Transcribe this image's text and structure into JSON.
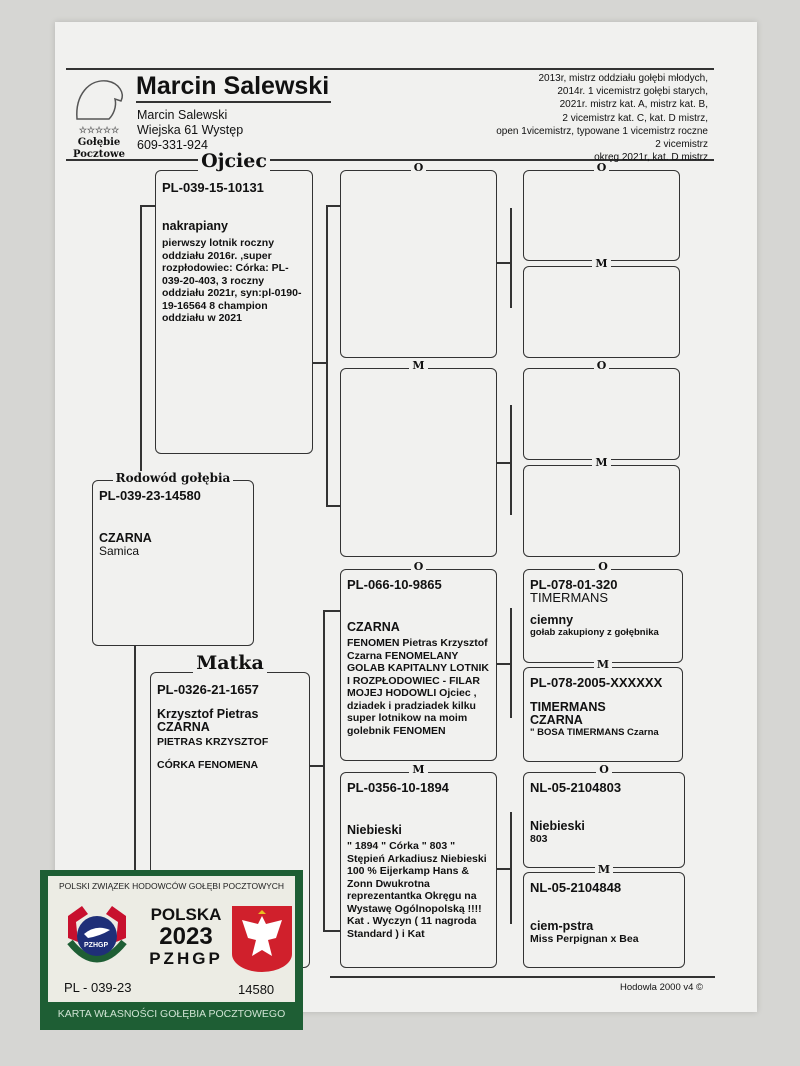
{
  "header": {
    "breeder_name": "Marcin Salewski",
    "contact_name": "Marcin Salewski",
    "address": "Wiejska 61 Występ",
    "phone": "609-331-924",
    "logo_text": "Gołębie Pocztowe",
    "achievements": [
      "2013r, mistrz oddziału gołębi młodych,",
      "2014r. 1 vicemistrz gołębi starych,",
      "2021r. mistrz kat. A, mistrz kat. B,",
      "2 vicemistrz kat. C, kat. D mistrz,",
      "open 1vicemistrz, typowane 1 vicemistrz roczne",
      "2 vicemistrz",
      "okręg 2021r, kat. D mistrz"
    ]
  },
  "subject": {
    "label": "Rodowód gołębia",
    "ring": "PL-039-23-14580",
    "color": "CZARNA",
    "sex": "Samica"
  },
  "father": {
    "label": "Ojciec",
    "ring": "PL-039-15-10131",
    "color": "nakrapiany",
    "notes": "pierwszy lotnik roczny oddziału 2016r. ,super rozpłodowiec: Córka: PL-039-20-403, 3 roczny oddziału 2021r, syn:pl-0190-19-16564 8 champion oddziału w 2021"
  },
  "mother": {
    "label": "Matka",
    "ring": "PL-0326-21-1657",
    "breeder": "Krzysztof Pietras",
    "color": "CZARNA",
    "line1": "PIETRAS KRZYSZTOF",
    "line2": "CÓRKA  FENOMENA"
  },
  "labels": {
    "o": "O",
    "m": "M"
  },
  "mm_father": {
    "ring": "PL-066-10-9865",
    "color": "CZARNA",
    "notes": "FENOMEN Pietras Krzysztof Czarna FENOMELANY GOLAB KAPITALNY LOTNIK I ROZPŁODOWIEC - FILAR MOJEJ HODOWLI Ojciec , dziadek i pradziadek kilku super lotnikow na moim golebnik  FENOMEN"
  },
  "mm_mother": {
    "ring": "PL-0356-10-1894",
    "color": "Niebieski",
    "notes": "\" 1894 \" Córka \" 803 \" Stępień Arkadiusz Niebieski 100 % Eijerkamp Hans & Zonn Dwukrotna reprezentantka Okręgu na Wystawę Ogólnopolską !!!! Kat . Wyczyn ( 11 nagroda Standard ) i Kat"
  },
  "g3": [
    {
      "ring": "PL-078-01-320",
      "line": "TIMERMANS",
      "color": "ciemny",
      "notes": "gołab zakupiony z gołębnika"
    },
    {
      "ring": "PL-078-2005-XXXXXX",
      "line": "TIMERMANS",
      "color": "CZARNA",
      "notes": "\" BOSA TIMERMANS Czarna"
    },
    {
      "ring": "NL-05-2104803",
      "color": "Niebieski",
      "notes": "803"
    },
    {
      "ring": "NL-05-2104848",
      "color": "ciem-pstra",
      "notes": "Miss Perpignan x Bea"
    }
  ],
  "footer": "Hodowla 2000 v4 ©",
  "card": {
    "org": "POLSKI ZWIĄZEK HODOWCÓW GOŁĘBI POCZTOWYCH",
    "country": "POLSKA",
    "year": "2023",
    "abbr": "PZHGP",
    "ring_prefix": "PL - 039-23",
    "ring_number": "14580",
    "title": "KARTA  WŁASNOŚCI GOŁĘBIA POCZTOWEGO",
    "badge": "PZHGP"
  }
}
